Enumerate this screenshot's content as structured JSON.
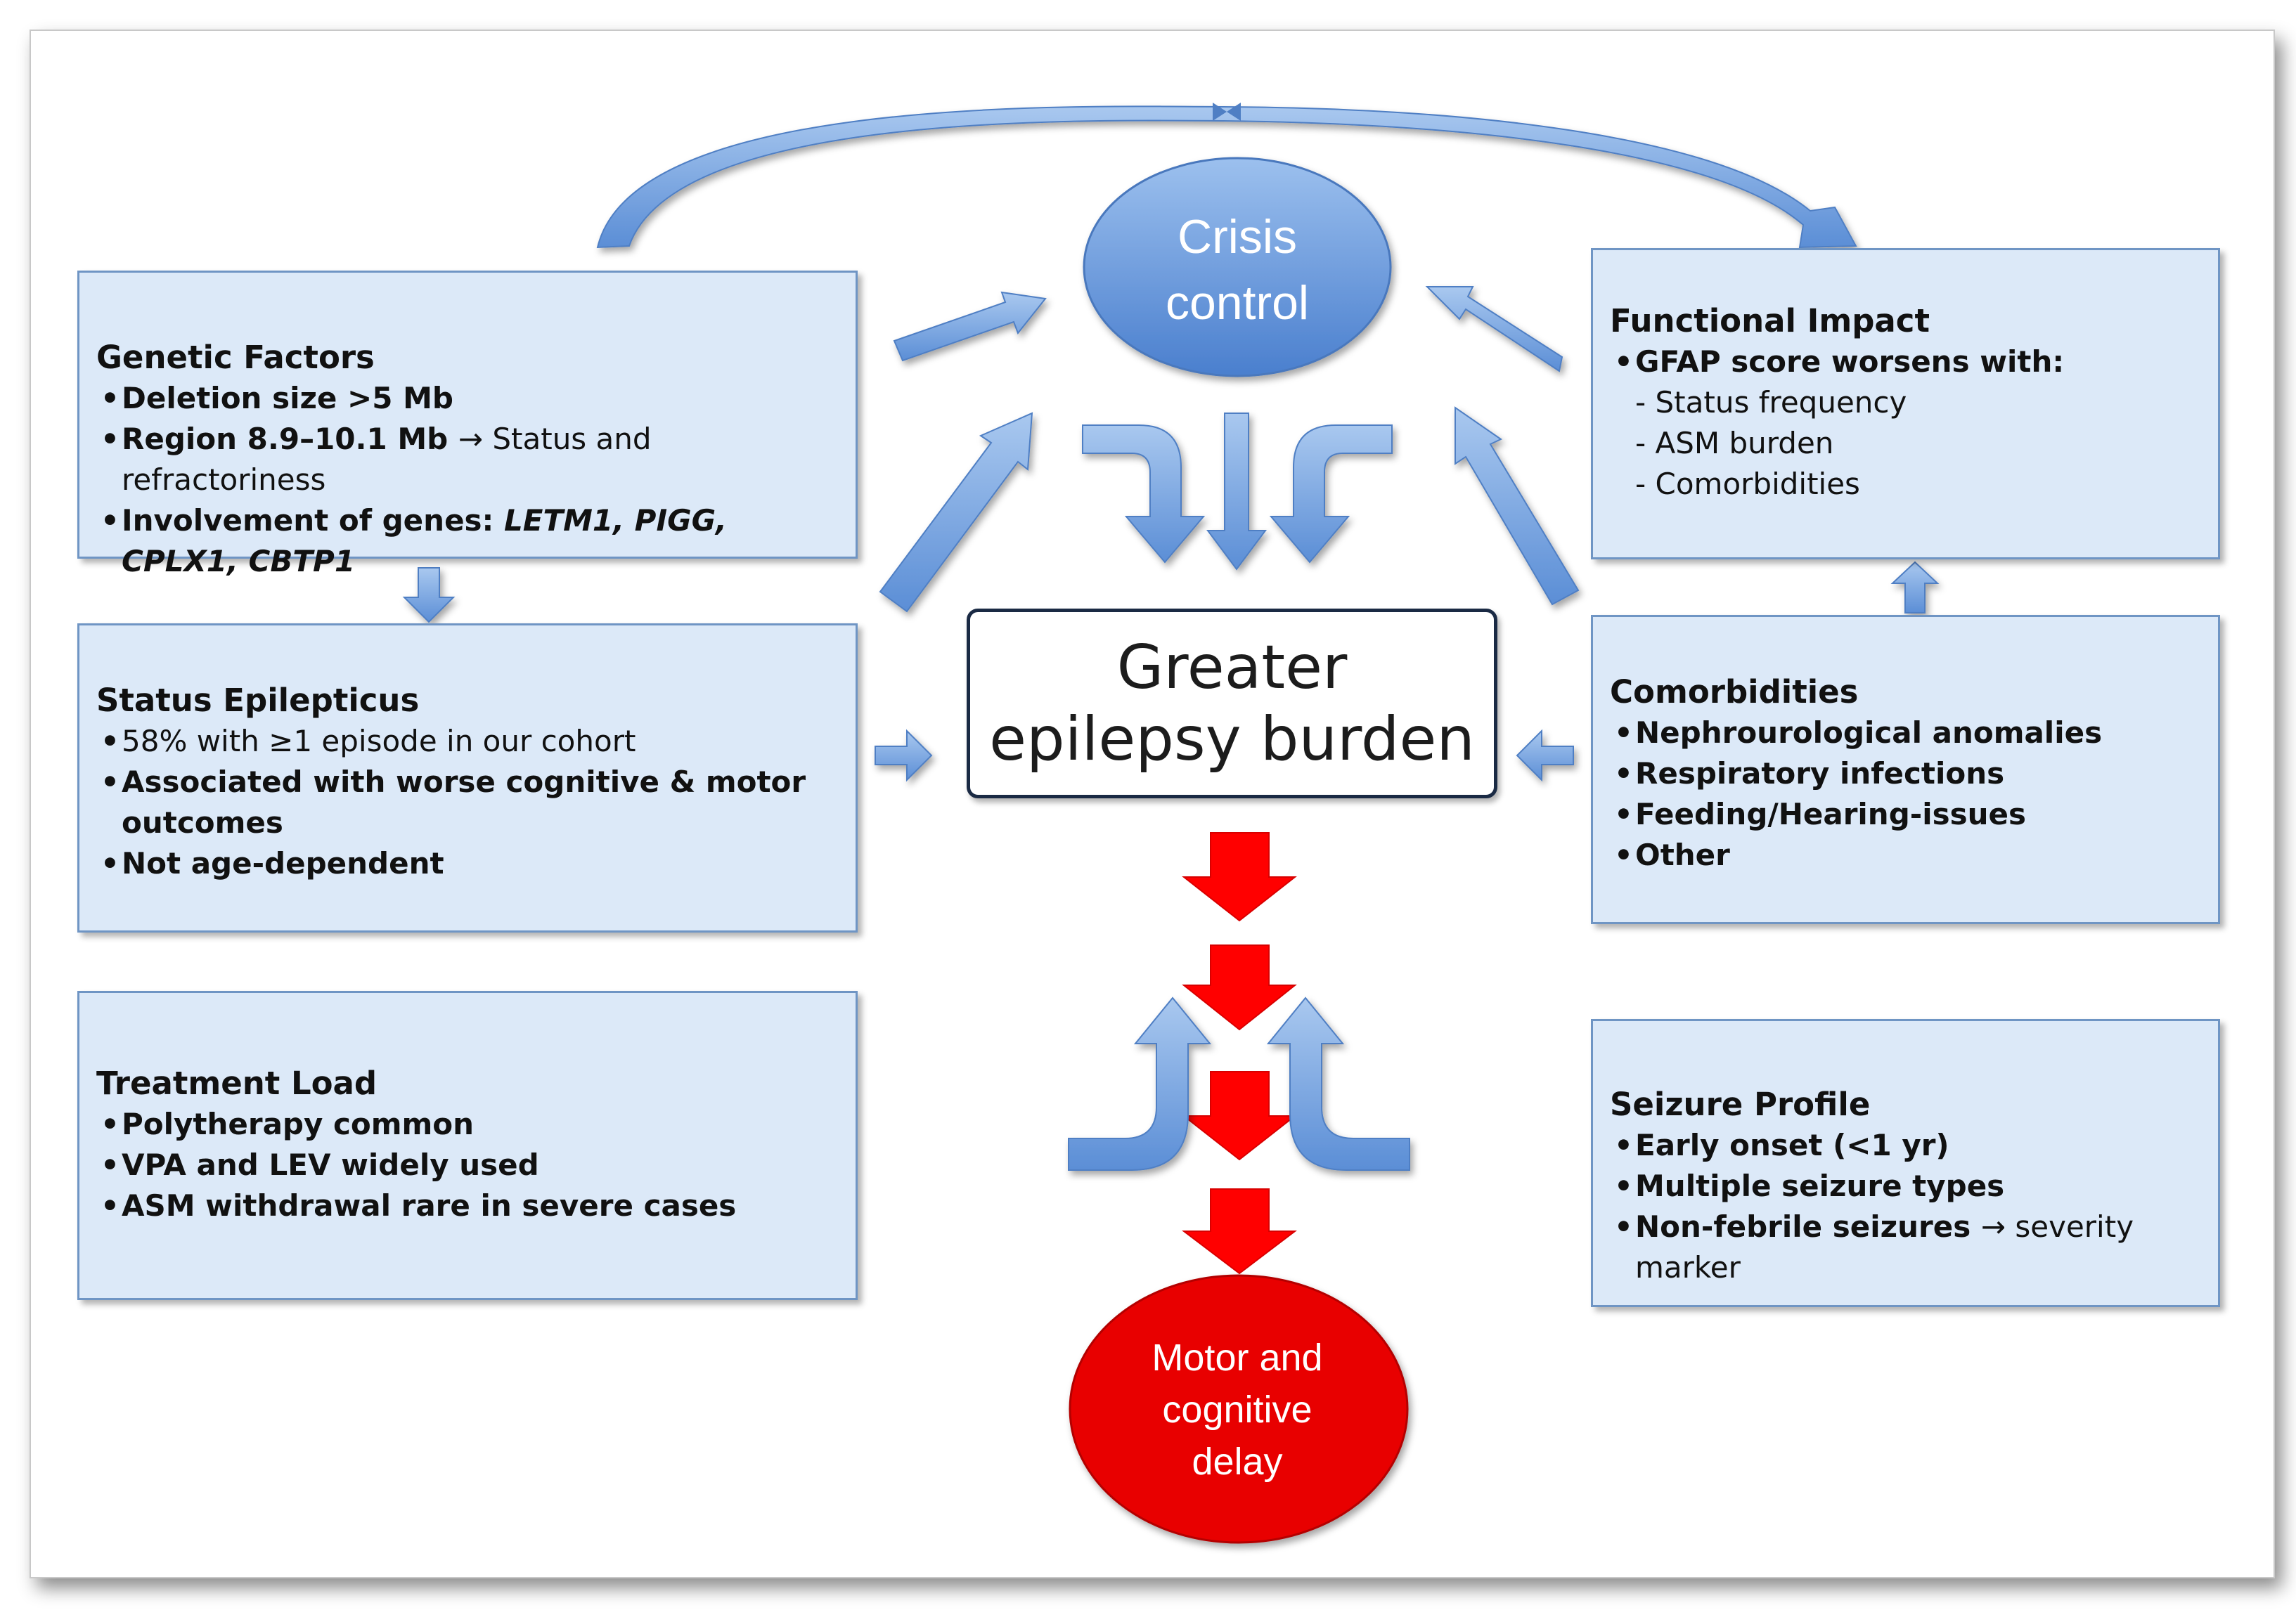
{
  "center": {
    "burden_line1": "Greater",
    "burden_line2": "epilepsy burden"
  },
  "crisis": {
    "line1": "Crisis",
    "line2": "control"
  },
  "outcome": {
    "line1": "Motor and",
    "line2": "cognitive",
    "line3": "delay"
  },
  "genetic": {
    "title": "Genetic Factors",
    "item1": "Deletion size >5 Mb",
    "item2_bold": "Region 8.9–10.1 Mb",
    "item2_rest": "→ Status and refractoriness",
    "item3_bold": "Involvement of genes:",
    "item3_genes": "LETM1, PIGG, CPLX1, CBTP1"
  },
  "status": {
    "title": "Status Epilepticus",
    "item1": "58% with ≥1 episode in our cohort",
    "item2": "Associated with worse cognitive & motor outcomes",
    "item3": "Not age-dependent"
  },
  "treatment": {
    "title": "Treatment Load",
    "item1": "Polytherapy common",
    "item2": "VPA and LEV widely used",
    "item3": "ASM withdrawal rare in severe cases"
  },
  "functional": {
    "title": "Functional Impact",
    "item1": "GFAP score worsens with:",
    "sub1": "- Status frequency",
    "sub2": "- ASM burden",
    "sub3": "- Comorbidities"
  },
  "comorbidities": {
    "title": "Comorbidities",
    "item1": "Nephrourological anomalies",
    "item2": "Respiratory infections",
    "item3": "Feeding/Hearing-issues",
    "item4": "Other"
  },
  "seizure": {
    "title": "Seizure Profile",
    "item1": "Early onset (<1 yr)",
    "item2": "Multiple seizure types",
    "item3_bold": "Non-febrile seizures",
    "item3_rest": "→ severity marker"
  },
  "colors": {
    "box_fill": "#dce9f8",
    "box_border": "#6f95c4",
    "arrow_blue": "#6f9bd8",
    "arrow_red": "#ff0000",
    "crisis_oval": "#5b8fd6",
    "outcome_oval": "#e80000"
  }
}
